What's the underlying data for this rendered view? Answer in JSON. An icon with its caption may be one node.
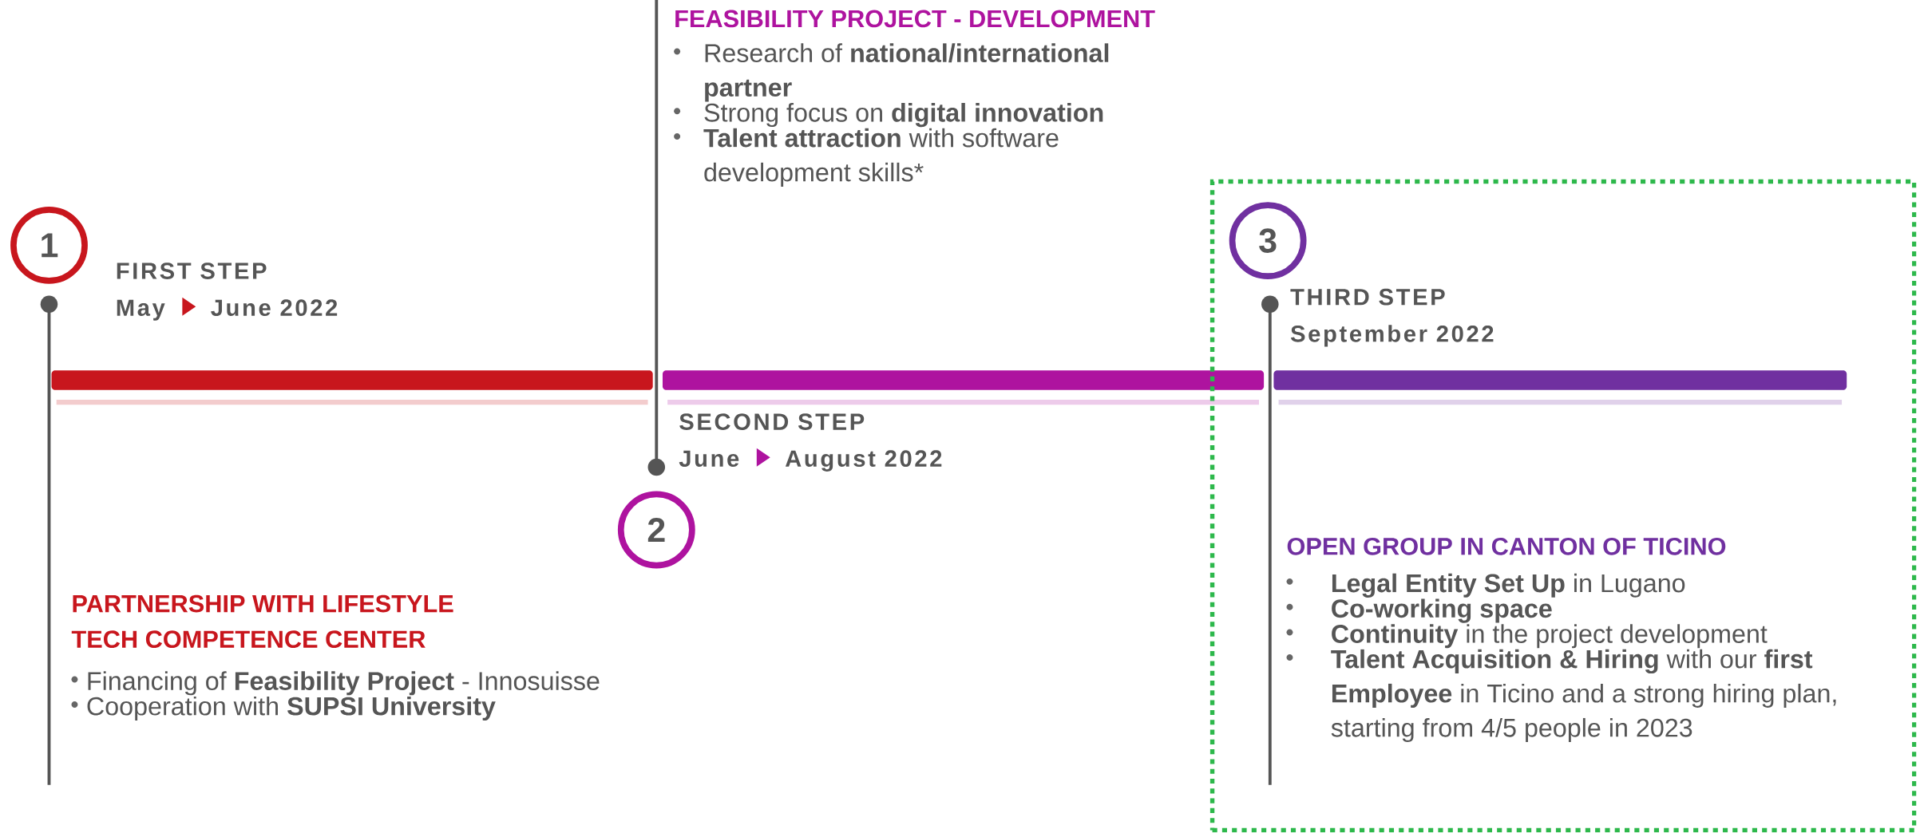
{
  "diagram": {
    "nodes": [
      {
        "text": [
          "1"
        ]
      },
      {
        "text": [
          "FIRST STEP",
          "May",
          "June 2022"
        ]
      },
      {
        "text": [
          "PARTNERSHIP WITH LIFESTYLE TECH COMPETENCE CENTER",
          "Financing of **Feasibility Project** - Innosuisse",
          "Cooperation with **SUPSI University**"
        ]
      },
      {
        "text": [
          "FEASIBILITY PROJECT -  DEVELOPMENT",
          "Research of **national/international partner**",
          "Strong focus on **digital innovation**",
          "**Talent attraction** with software development skills*"
        ]
      },
      {
        "text": [
          "SECOND STEP",
          "June",
          "August 2022"
        ]
      },
      {
        "text": [
          "2"
        ]
      },
      {
        "text": [],
        "shape": "box"
      },
      {
        "text": [
          "3"
        ],
        "in": 6
      },
      {
        "text": [
          "THIRD STEP",
          "September 2022"
        ],
        "in": 6
      },
      {
        "text": [
          "OPEN GROUP IN CANTON OF TICINO",
          "**Legal Entity Set Up** in Lugano",
          "**Co-working space**",
          "**Continuity** in the project development",
          "**Talent Acquisition & Hiring** with our **first Employee** in Ticino and a strong hiring plan, starting from 4/5 people in 2023"
        ],
        "in": 6
      }
    ]
  }
}
